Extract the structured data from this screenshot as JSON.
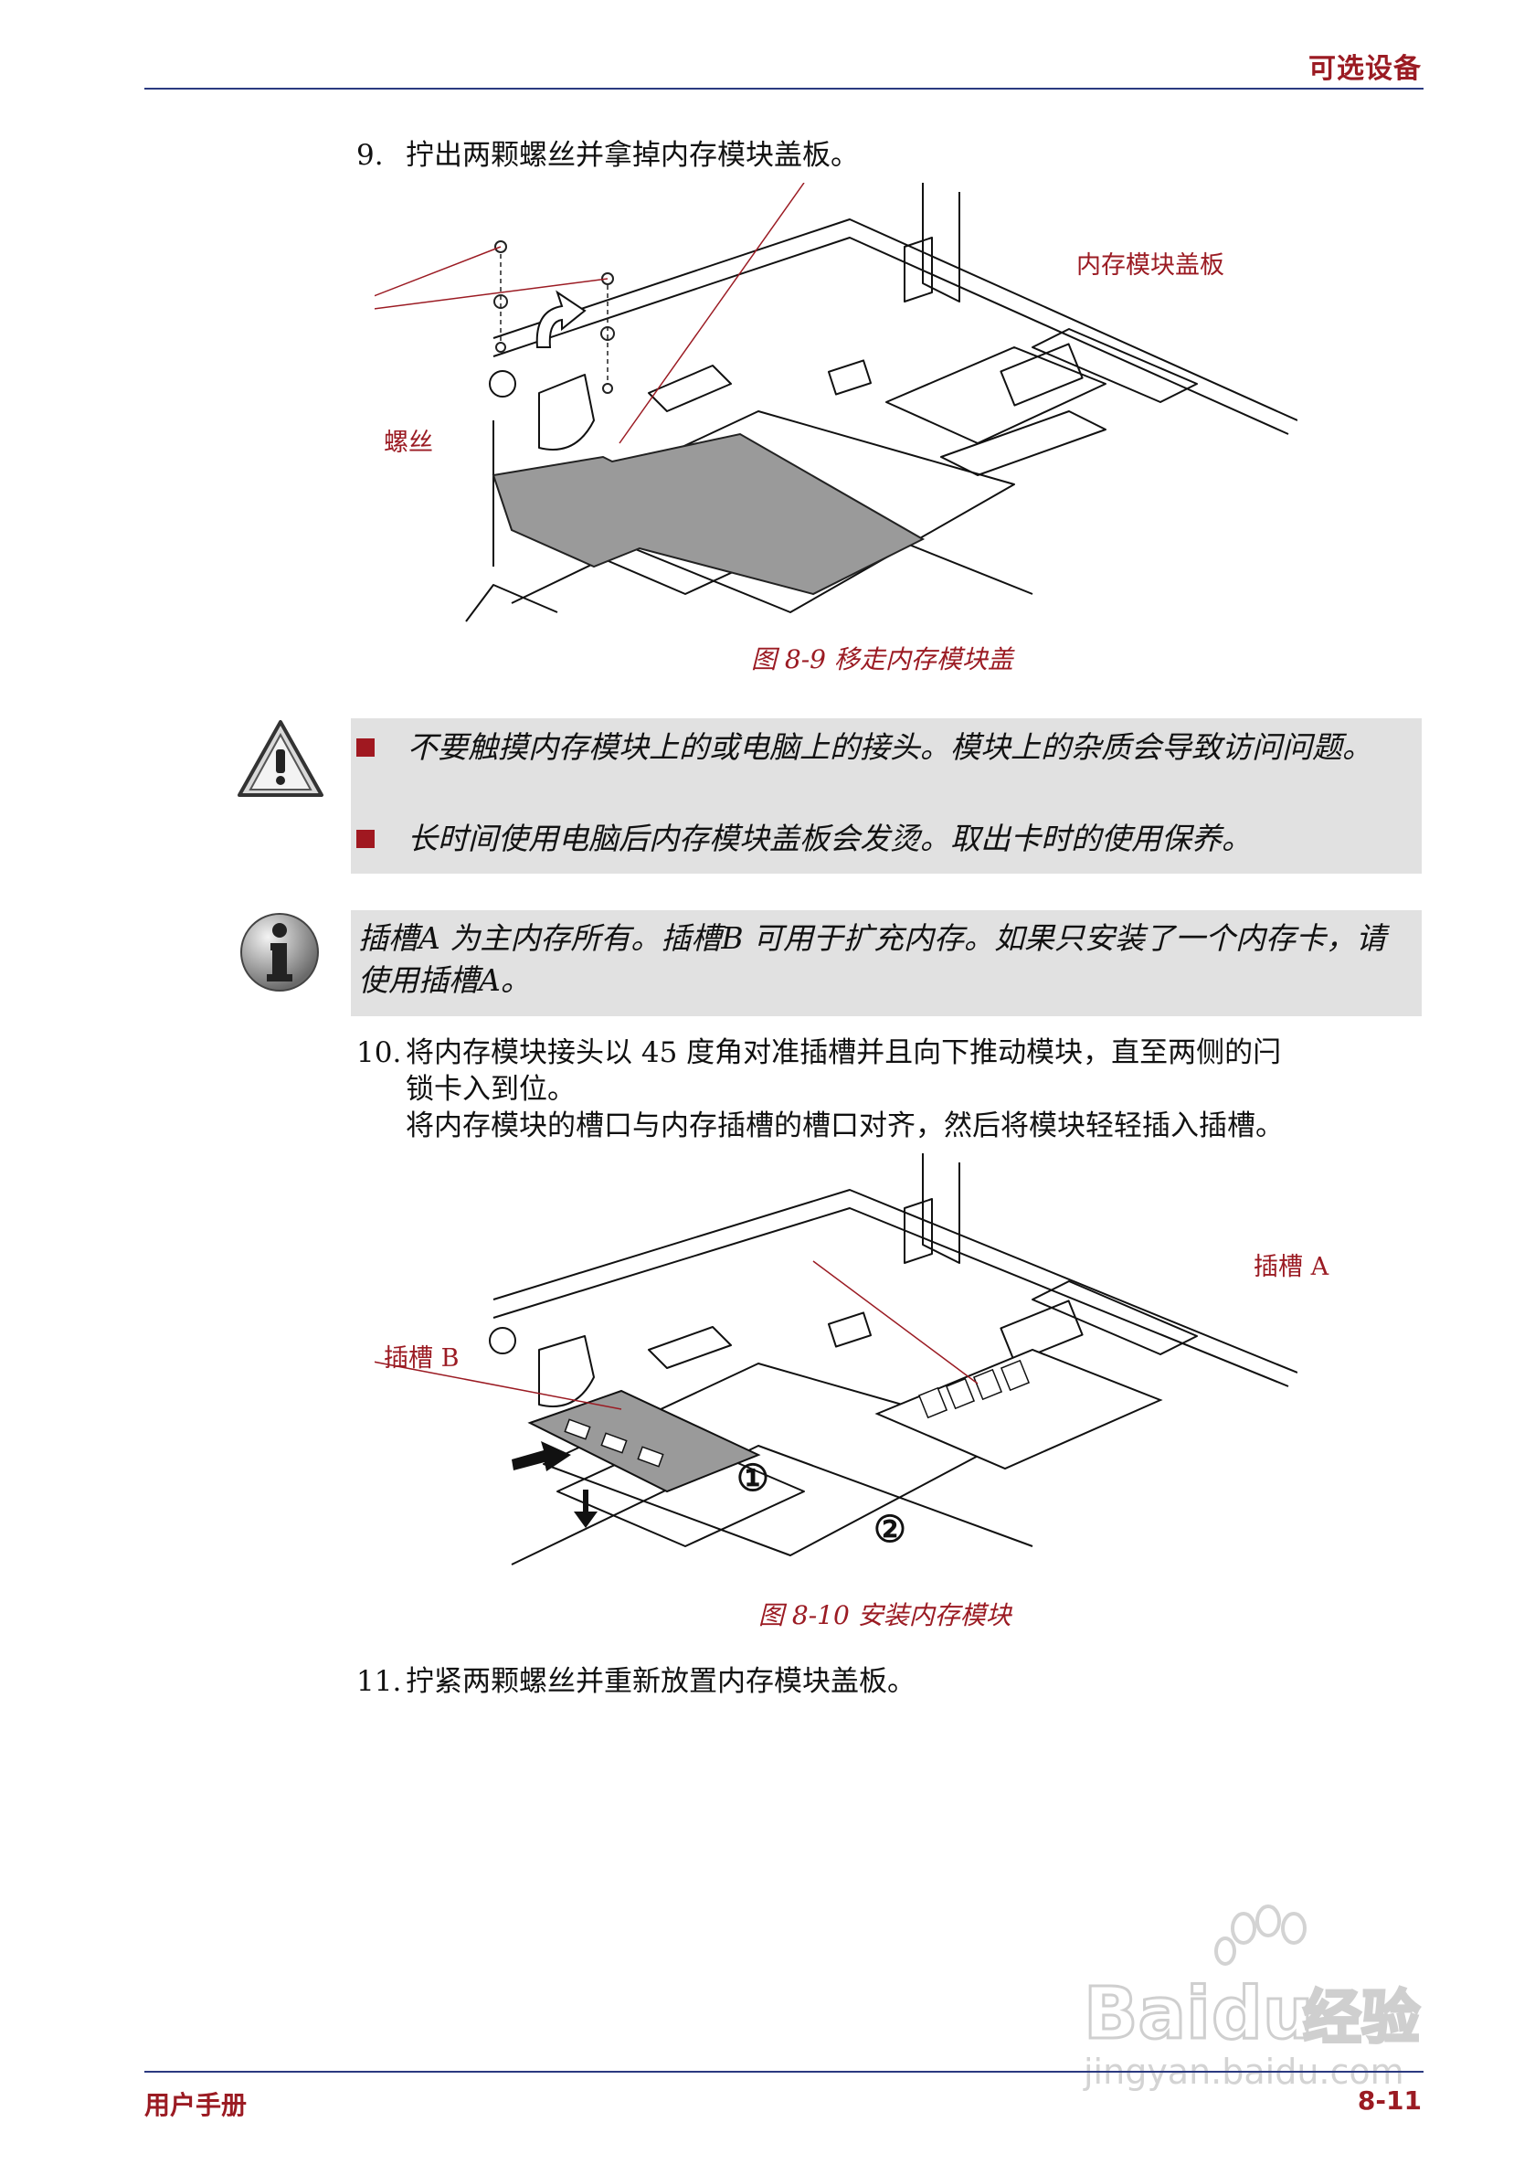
{
  "header": {
    "title": "可选设备"
  },
  "footer": {
    "left": "用户手册",
    "page": "8-11"
  },
  "steps": {
    "s9": {
      "number": "9.",
      "text": "拧出两颗螺丝并拿掉内存模块盖板。"
    },
    "s10": {
      "number": "10.",
      "line1": "将内存模块接头以 45 度角对准插槽并且向下推动模块，直至两侧的闩",
      "line2": "锁卡入到位。",
      "line3": "将内存模块的槽口与内存插槽的槽口对齐，然后将模块轻轻插入插槽。"
    },
    "s11": {
      "number": "11.",
      "text": "拧紧两颗螺丝并重新放置内存模块盖板。"
    }
  },
  "figure1": {
    "caption": "图 8-9 移走内存模块盖",
    "label_cover": "内存模块盖板",
    "label_screws": "螺丝"
  },
  "figure2": {
    "caption": "图 8-10 安装内存模块",
    "label_slot_a": "插槽 A",
    "label_slot_b": "插槽 B",
    "marker1": "①",
    "marker2": "②"
  },
  "warning": {
    "icon": "warning-triangle-icon",
    "items": [
      "不要触摸内存模块上的或电脑上的接头。模块上的杂质会导致访问问题。",
      "长时间使用电脑后内存模块盖板会发烫。取出卡时的使用保养。"
    ]
  },
  "info": {
    "icon": "info-i-icon",
    "text": "插槽A 为主内存所有。插槽B 可用于扩充内存。如果只安装了一个内存卡，请使用插槽A。"
  },
  "watermark": {
    "brand": "Bai",
    "brand2": "du",
    "brand3": "经验",
    "url": "jingyan.baidu.com"
  },
  "colors": {
    "accent": "#9b1b23",
    "rule": "#2b3a80",
    "note_bg": "#e1e1e1"
  }
}
